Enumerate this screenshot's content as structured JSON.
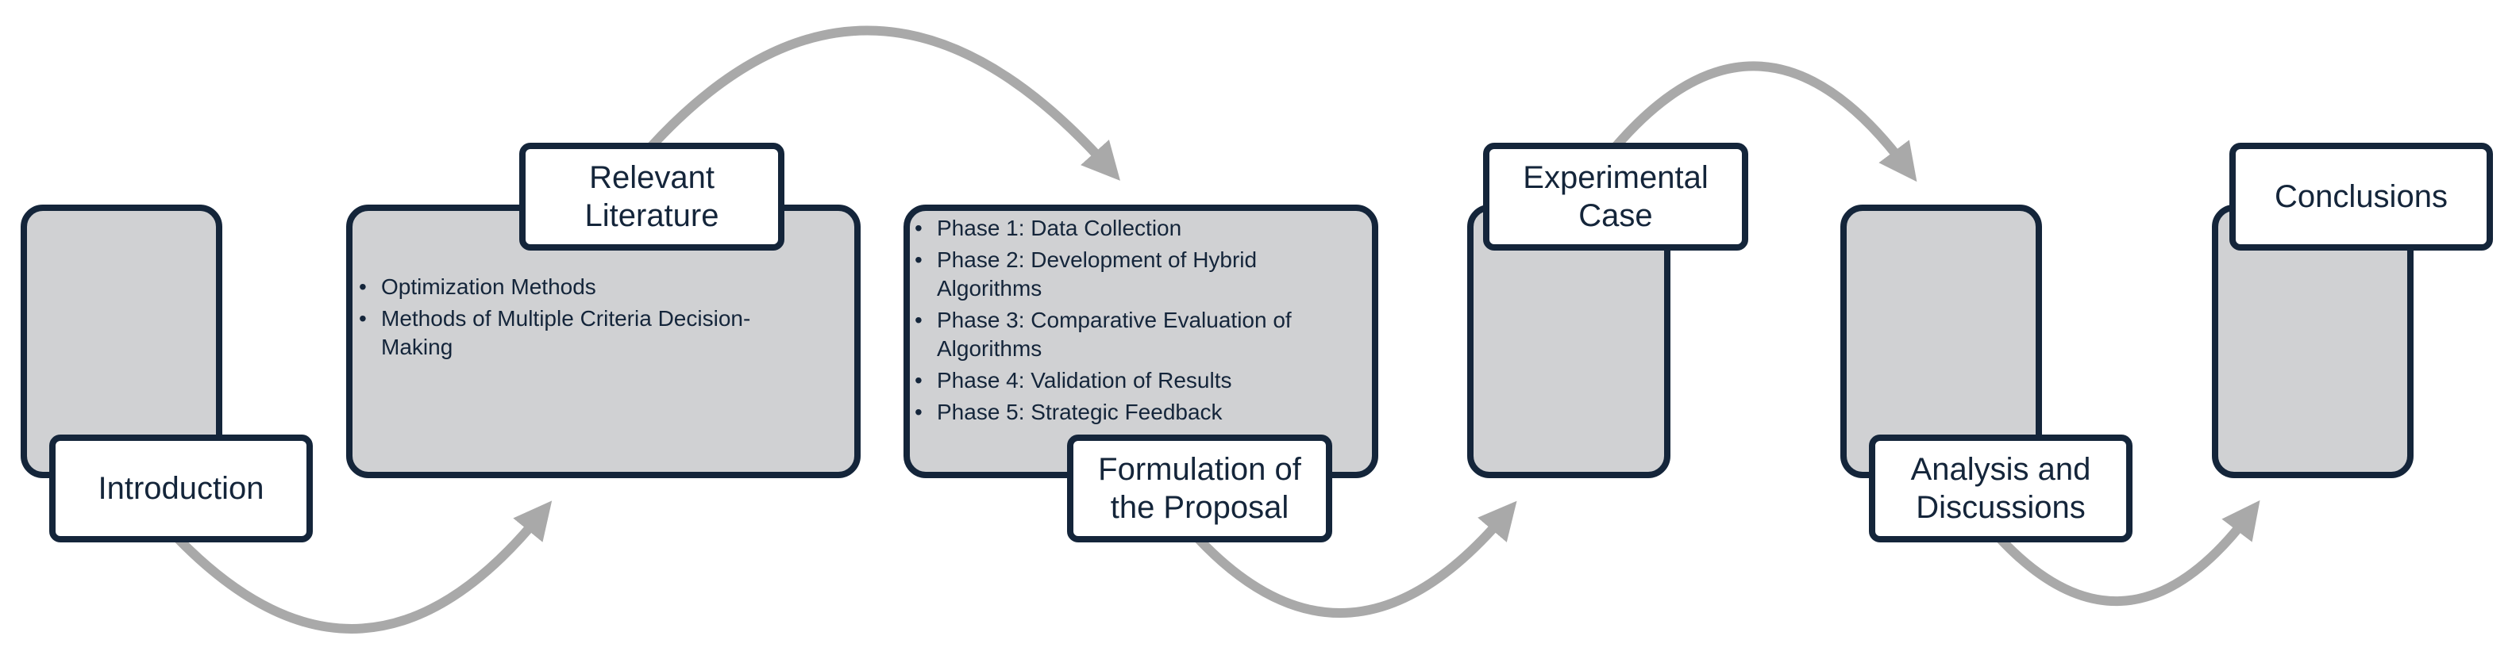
{
  "colors": {
    "panel_fill": "#d0d1d3",
    "outline": "#14253a",
    "arrow": "#a9a9a9",
    "label_fill": "#ffffff"
  },
  "steps": [
    {
      "title": "Introduction",
      "bullets": []
    },
    {
      "title": "Relevant Literature",
      "bullets": [
        "Optimization Methods",
        "Methods of Multiple Criteria Decision-Making"
      ]
    },
    {
      "title": "Formulation of the Proposal",
      "bullets": [
        "Phase 1: Data Collection",
        "Phase 2: Development of Hybrid Algorithms",
        "Phase 3: Comparative Evaluation of Algorithms",
        "Phase 4: Validation of Results",
        "Phase 5: Strategic Feedback"
      ]
    },
    {
      "title": "Experimental Case",
      "bullets": []
    },
    {
      "title": "Analysis and Discussions",
      "bullets": []
    },
    {
      "title": "Conclusions",
      "bullets": []
    }
  ]
}
